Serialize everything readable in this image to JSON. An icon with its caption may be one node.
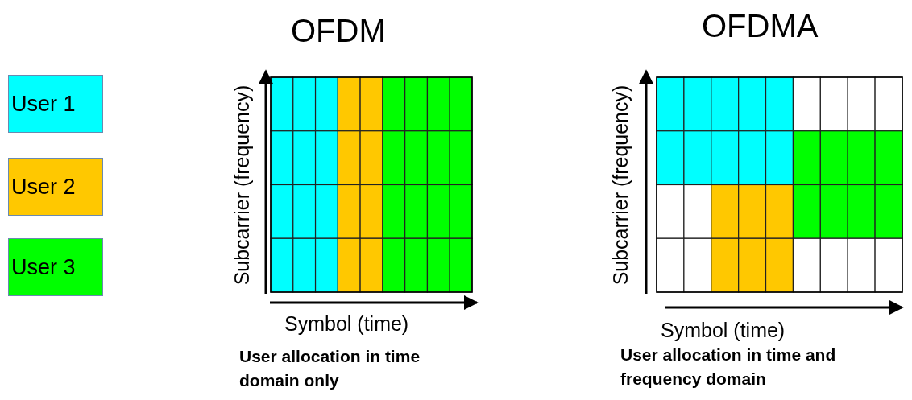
{
  "diagram": {
    "labels": [
      "OFDM",
      "OFDMA",
      "Subcarrier (frequency)",
      "Symbol (time)",
      "User allocation in time domain only",
      "Subcarrier (frequency)",
      "Symbol (time)",
      "User allocation in time and frequency domain"
    ],
    "legend": [
      {
        "text": "User 1",
        "color": "#00ffff"
      },
      {
        "text": "User 2",
        "color": "#ffc800"
      },
      {
        "text": "User 3",
        "color": "#00ff00"
      }
    ]
  }
}
